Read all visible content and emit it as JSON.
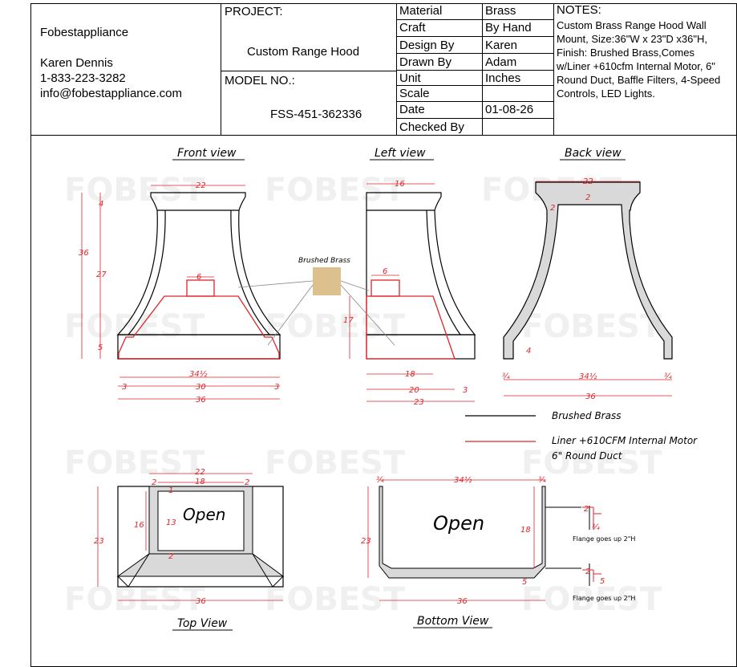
{
  "title_block": {
    "company": "Fobestappliance",
    "contact_name": "Karen Dennis",
    "phone": "1-833-223-3282",
    "email": "info@fobestappliance.com",
    "project_label": "PROJECT:",
    "project_value": "Custom Range Hood",
    "model_label": "MODEL NO.:",
    "model_value": "FSS-451-362336",
    "specs": [
      {
        "label": "Material",
        "value": "Brass"
      },
      {
        "label": "Craft",
        "value": "By Hand"
      },
      {
        "label": "Design By",
        "value": "Karen"
      },
      {
        "label": "Drawn By",
        "value": "Adam"
      },
      {
        "label": "Unit",
        "value": "Inches"
      },
      {
        "label": "Scale",
        "value": ""
      },
      {
        "label": "Date",
        "value": "01-08-26"
      },
      {
        "label": "Checked By",
        "value": ""
      }
    ],
    "notes_label": "NOTES:",
    "notes_text": "Custom Brass Range Hood Wall Mount, Size:36\"W x 23\"D x36\"H, Finish: Brushed Brass,Comes w/Liner +610cfm Internal Motor, 6\" Round Duct, Baffle Filters, 4-Speed Controls, LED Lights."
  },
  "watermark": "FOBEST",
  "views": {
    "front": {
      "title": "Front view"
    },
    "left": {
      "title": "Left view"
    },
    "back": {
      "title": "Back view"
    },
    "top": {
      "title": "Top View",
      "open_label": "Open"
    },
    "bottom": {
      "title": "Bottom View",
      "open_label": "Open"
    }
  },
  "swatch_label": "Brushed Brass",
  "legend": [
    {
      "label": "Brushed Brass",
      "color": "#000000"
    },
    {
      "label": "Liner +610CFM Internal Motor",
      "sub": "6\" Round Duct",
      "color": "#e0242a"
    }
  ],
  "colors": {
    "brass": "#dcc08d",
    "liner": "#e0242a",
    "dim": "#e0242a",
    "shell": "#d9d9d9"
  },
  "dimensions": {
    "front": {
      "top": "22",
      "height_total": "36",
      "upper": "4",
      "middle": "27",
      "lower": "5",
      "duct": "6",
      "inner": "34½",
      "outer_left": "3",
      "center": "30",
      "outer_right": "3",
      "bottom": "36"
    },
    "left": {
      "top": "16",
      "duct": "6",
      "height": "17",
      "inner": "18",
      "middle": "20",
      "right_offset": "3",
      "bottom": "23"
    },
    "back": {
      "top": "22",
      "thickness_top": "2",
      "thickness_side": "2",
      "flange": "4",
      "left_edge": "¾",
      "inner": "34½",
      "right_edge": "¾",
      "bottom": "36"
    },
    "top": {
      "overall": "22",
      "inner": "18",
      "left_edge": "2",
      "right_edge": "2",
      "front_edge": "1",
      "depth_inner": "13",
      "depth_outer": "16",
      "rear_edge": "2",
      "depth_total": "23",
      "width": "36"
    },
    "bottom": {
      "left_edge": "¾",
      "inner": "34½",
      "right_edge": "¾",
      "depth": "23",
      "inner_depth": "18",
      "front_lip": "5",
      "width": "36"
    },
    "flange_details": [
      {
        "a": "2",
        "b": "¾",
        "note": "Flange goes up 2\"H"
      },
      {
        "a": "2",
        "b": "5",
        "note": "Flange goes up 2\"H"
      }
    ]
  }
}
